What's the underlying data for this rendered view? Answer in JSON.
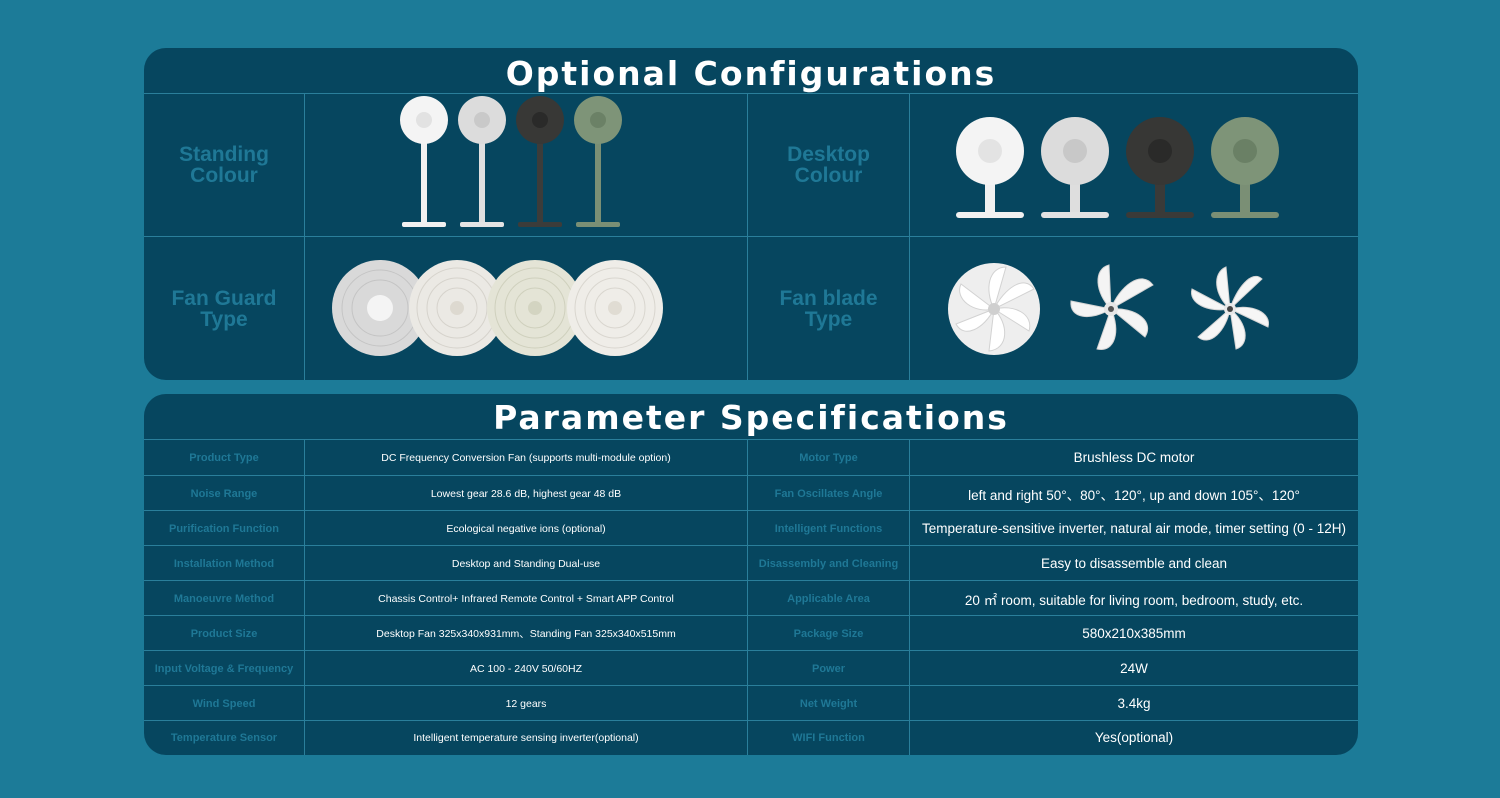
{
  "optional": {
    "title": "Optional Configurations",
    "cells": [
      {
        "label": "Standing Colour"
      },
      {
        "label": "Desktop Colour"
      },
      {
        "label": "Fan Guard Type"
      },
      {
        "label": "Fan blade Type"
      }
    ],
    "colors": {
      "white": "#f1f1f1",
      "silver": "#dedede",
      "black": "#3a3a38",
      "green": "#7e9478"
    }
  },
  "spec": {
    "title": "Parameter Specifications",
    "rows": [
      {
        "l1": "Product Type",
        "v1": "DC Frequency Conversion Fan (supports multi-module option)",
        "l2": "Motor Type",
        "v2": "Brushless DC motor"
      },
      {
        "l1": "Noise Range",
        "v1": "Lowest gear 28.6 dB, highest gear 48 dB",
        "l2": "Fan Oscillates Angle",
        "v2": "left and right 50°、80°、120°,  up and down 105°、120°"
      },
      {
        "l1": "Purification Function",
        "v1": "Ecological negative ions (optional)",
        "l2": "Intelligent Functions",
        "v2": "Temperature-sensitive inverter, natural air mode, timer setting (0 - 12H)"
      },
      {
        "l1": "Installation Method",
        "v1": "Desktop and Standing Dual-use",
        "l2": "Disassembly and Cleaning",
        "v2": "Easy to disassemble and clean"
      },
      {
        "l1": "Manoeuvre Method",
        "v1": "Chassis Control+ Infrared Remote Control + Smart APP Control",
        "l2": "Applicable Area",
        "v2": "20 ㎡ room, suitable for living room, bedroom, study, etc."
      },
      {
        "l1": "Product Size",
        "v1": "Desktop Fan 325x340x931mm、Standing Fan 325x340x515mm",
        "l2": "Package Size",
        "v2": "580x210x385mm"
      },
      {
        "l1": "Input Voltage & Frequency",
        "v1": "AC 100 - 240V 50/60HZ",
        "l2": "Power",
        "v2": "24W"
      },
      {
        "l1": "Wind Speed",
        "v1": "12 gears",
        "l2": "Net Weight",
        "v2": "3.4kg"
      },
      {
        "l1": "Temperature Sensor",
        "v1": "Intelligent temperature sensing inverter(optional)",
        "l2": "WIFI Function",
        "v2": "Yes(optional)"
      }
    ]
  }
}
